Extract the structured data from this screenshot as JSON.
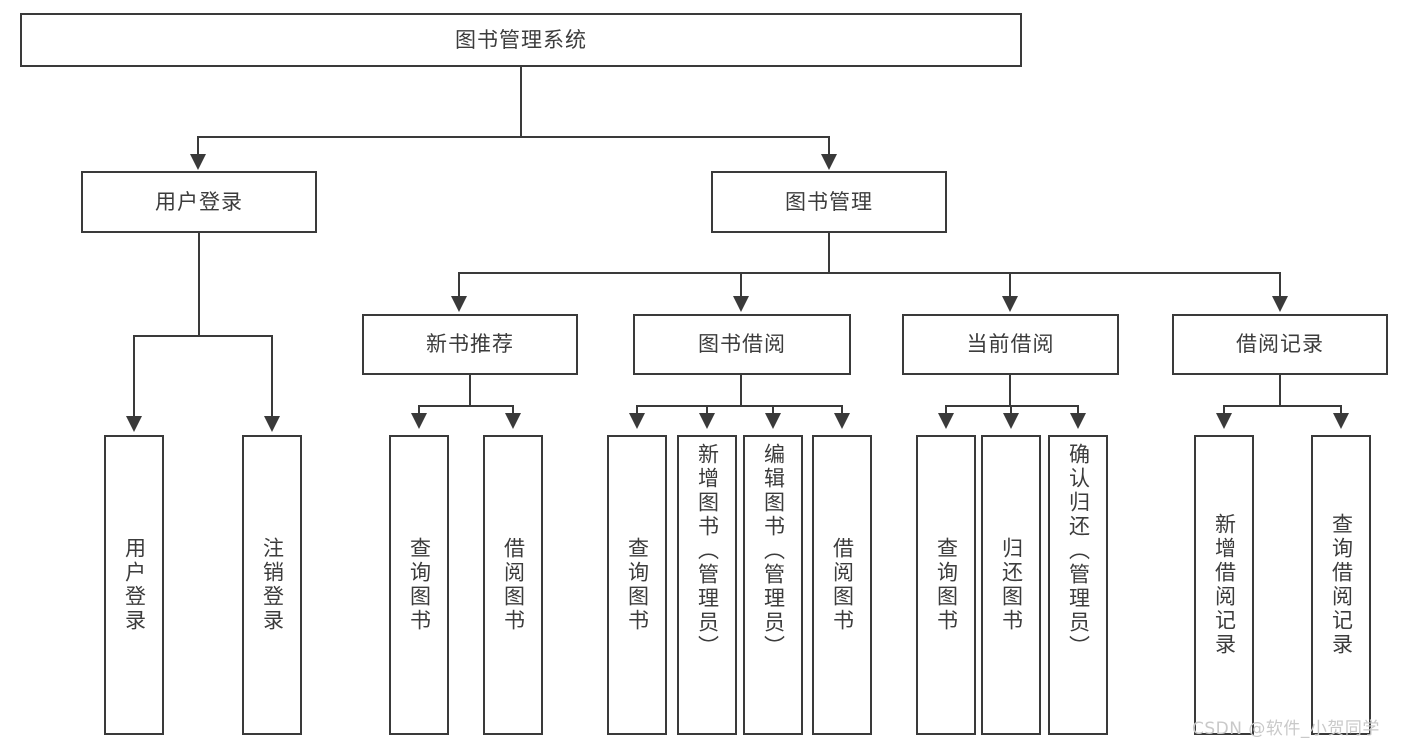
{
  "diagram": {
    "title": "图书管理系统",
    "type": "tree-hierarchy-chart",
    "stroke_color": "#3a3a3a",
    "text_color": "#3c3c3c",
    "background_color": "#ffffff"
  },
  "root": {
    "label": "图书管理系统"
  },
  "level2": [
    {
      "label": "用户登录"
    },
    {
      "label": "图书管理"
    }
  ],
  "level3": [
    {
      "label": "新书推荐"
    },
    {
      "label": "图书借阅"
    },
    {
      "label": "当前借阅"
    },
    {
      "label": "借阅记录"
    }
  ],
  "leaves": {
    "user_login": [
      {
        "label": "用户登录"
      },
      {
        "label": "注销登录"
      }
    ],
    "new_book_recommend": [
      {
        "label": "查询图书"
      },
      {
        "label": "借阅图书"
      }
    ],
    "book_borrow": [
      {
        "label": "查询图书"
      },
      {
        "label": "新增图书（管理员）"
      },
      {
        "label": "编辑图书（管理员）"
      },
      {
        "label": "借阅图书"
      }
    ],
    "current_borrow": [
      {
        "label": "查询图书"
      },
      {
        "label": "归还图书"
      },
      {
        "label": "确认归还（管理员）"
      }
    ],
    "borrow_records": [
      {
        "label": "新增借阅记录"
      },
      {
        "label": "查询借阅记录"
      }
    ]
  },
  "watermark": {
    "text": "CSDN @软件_小贺同学",
    "color": "#c9c9c9"
  }
}
